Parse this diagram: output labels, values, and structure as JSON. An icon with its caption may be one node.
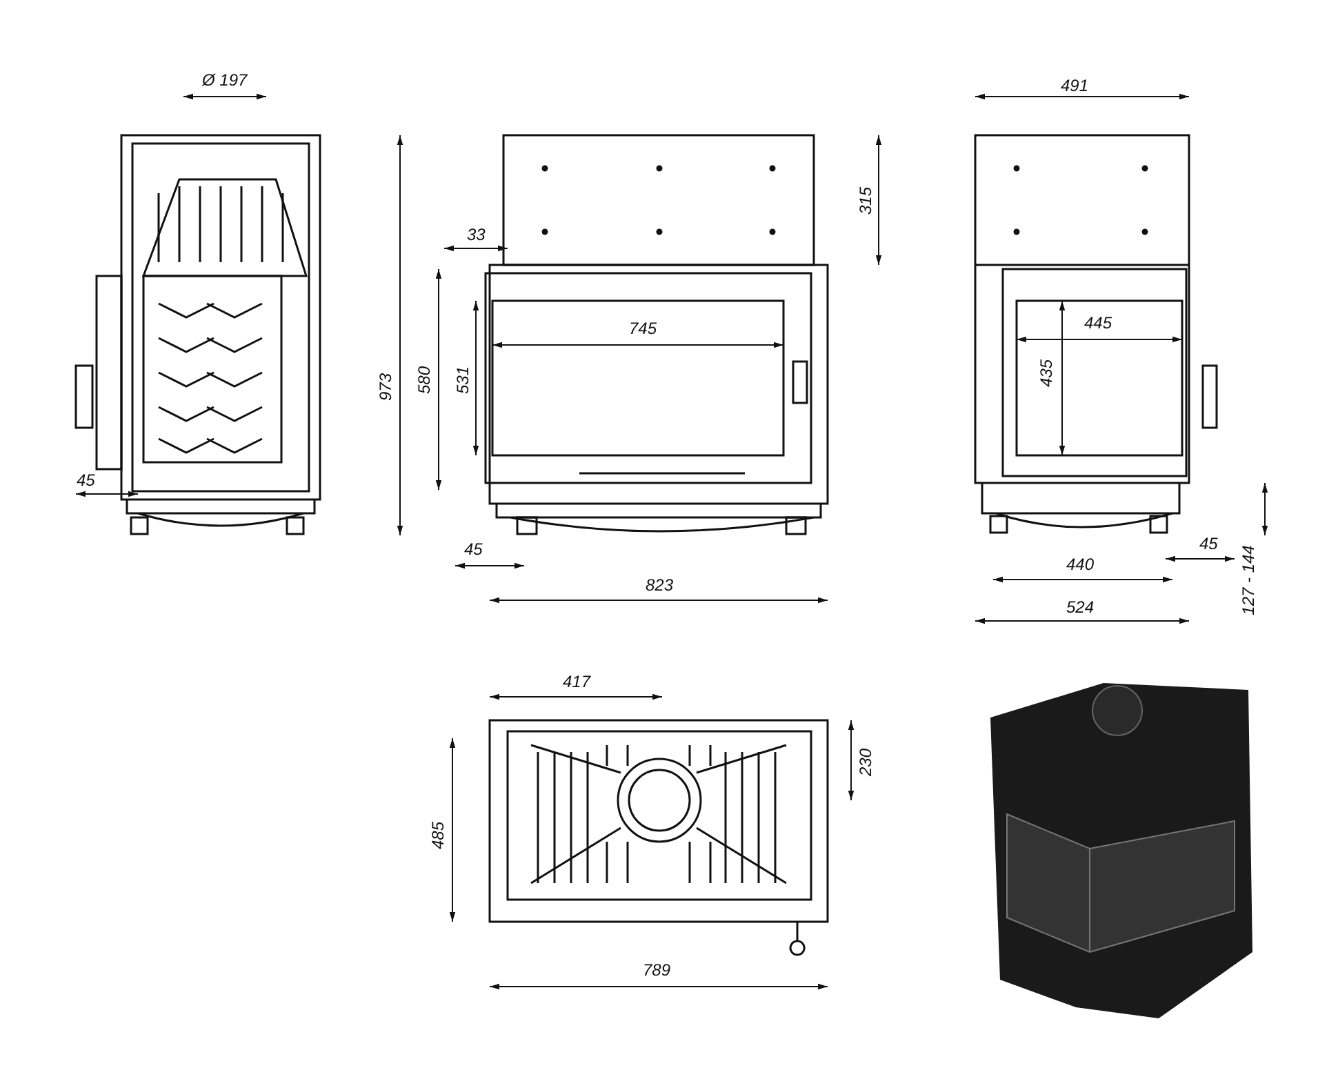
{
  "diagram": {
    "labels": [
      "Ø 197",
      "491",
      "315",
      "33",
      "445",
      "745",
      "973",
      "580",
      "531",
      "435",
      "45",
      "45",
      "45",
      "440",
      "127 - 144",
      "823",
      "524",
      "417",
      "230",
      "485",
      "789"
    ]
  }
}
